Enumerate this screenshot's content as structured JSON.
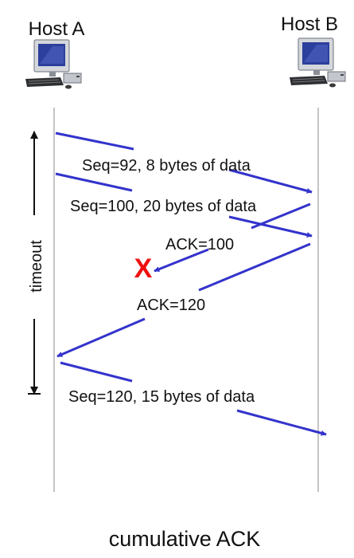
{
  "hosts": {
    "a_label": "Host A",
    "b_label": "Host B"
  },
  "messages": {
    "seq92": "Seq=92, 8 bytes of data",
    "seq100": "Seq=100, 20 bytes of data",
    "ack100": "ACK=100",
    "ack120": "ACK=120",
    "seq120": "Seq=120,  15 bytes of data"
  },
  "loss_marker": "X",
  "timeout_label": "timeout",
  "caption": "cumulative ACK",
  "colors": {
    "arrow": "#3333cc",
    "loss": "#ee1111",
    "timeline": "#888888",
    "text": "#111111"
  },
  "icons": {
    "host_a": "desktop-computer-icon",
    "host_b": "desktop-computer-icon"
  }
}
